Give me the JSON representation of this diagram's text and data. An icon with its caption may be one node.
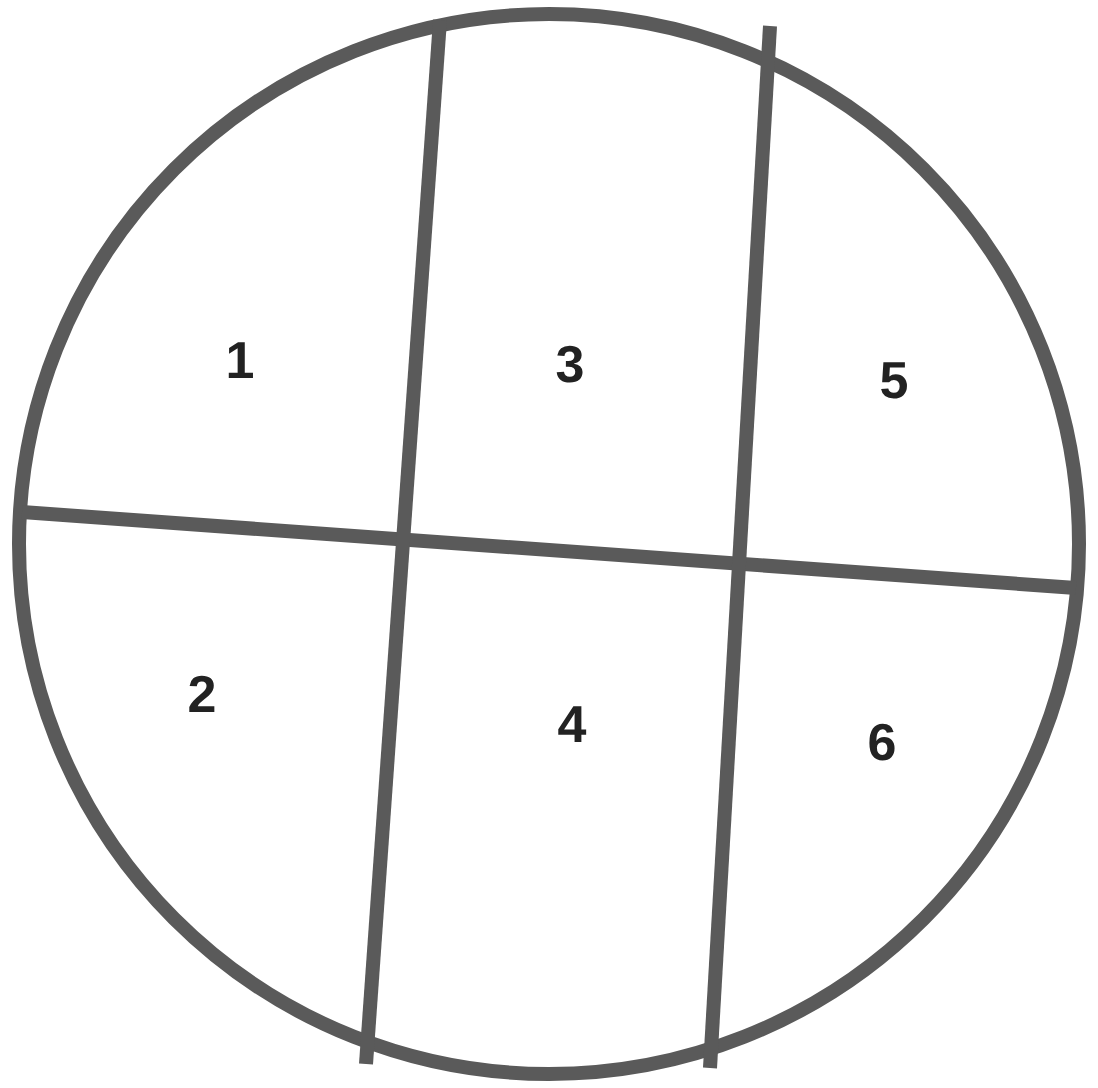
{
  "diagram": {
    "labels": [
      "1",
      "3",
      "5",
      "2",
      "4",
      "6"
    ]
  }
}
